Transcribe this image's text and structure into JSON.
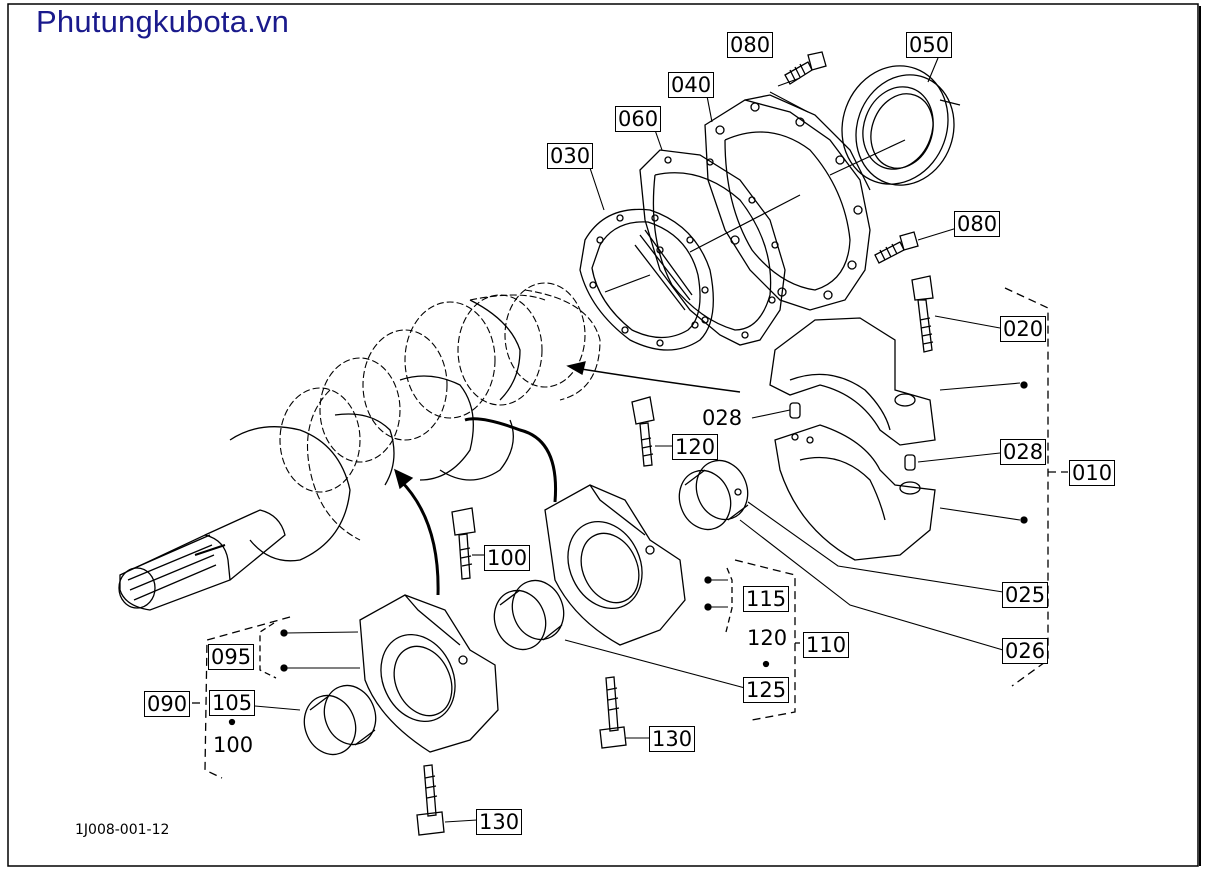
{
  "watermark": "Phutungkubota.vn",
  "drawing_code": "1J008-001-12",
  "callouts": {
    "c080a": "080",
    "c050": "050",
    "c040": "040",
    "c060": "060",
    "c030": "030",
    "c080b": "080",
    "c020": "020",
    "c028a": "028",
    "c120a": "120",
    "c028b": "028",
    "c010": "010",
    "c100a": "100",
    "c025": "025",
    "c115": "115",
    "c120b": "120",
    "c110": "110",
    "c026": "026",
    "c095": "095",
    "c090": "090",
    "c105": "105",
    "c100b": "100",
    "c125": "125",
    "c130a": "130",
    "c130b": "130"
  },
  "colors": {
    "line": "#000000",
    "watermark": "#1a1a8c",
    "background": "#ffffff"
  }
}
